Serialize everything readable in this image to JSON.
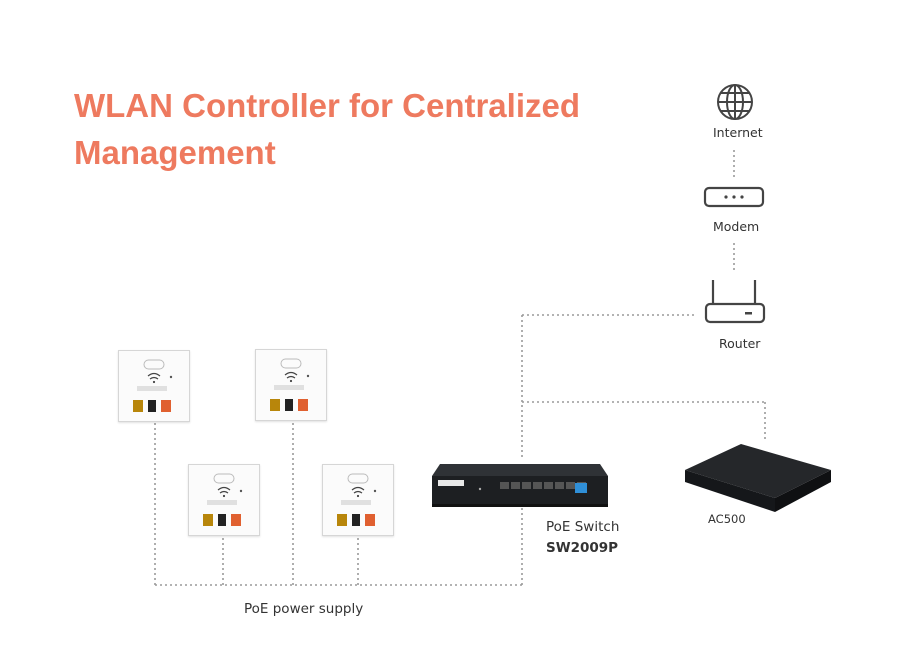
{
  "title": "WLAN Controller for Centralized Management",
  "nodes": {
    "internet": "Internet",
    "modem": "Modem",
    "router": "Router",
    "switch_name": "PoE Switch",
    "switch_model": "SW2009P",
    "controller": "AC500",
    "poe_label": "PoE power supply"
  },
  "colors": {
    "title": "#ee7a5f",
    "line": "#9a9a9a",
    "device": "#1d1f22",
    "port": "#2f8fd8"
  },
  "icons": [
    "globe-icon",
    "modem-icon",
    "router-icon",
    "poe-switch-device",
    "ac500-controller-device",
    "wall-access-point-device"
  ]
}
